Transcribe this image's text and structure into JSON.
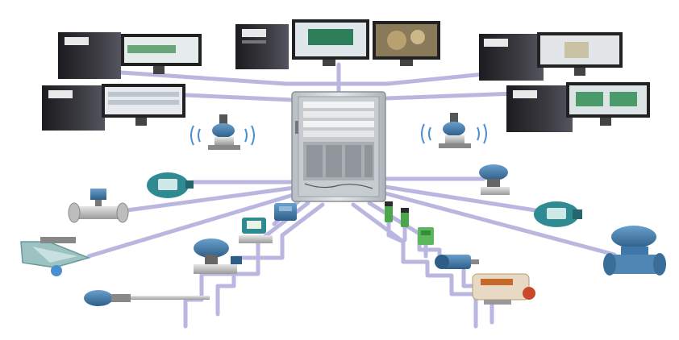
{
  "diagram": {
    "nodes": [
      {
        "id": "controller-cabinet",
        "kind": "cabinet"
      },
      {
        "id": "workstation-top-center",
        "kind": "workstation-dual"
      },
      {
        "id": "workstation-top-left",
        "kind": "workstation"
      },
      {
        "id": "workstation-mid-left",
        "kind": "workstation"
      },
      {
        "id": "workstation-top-right",
        "kind": "workstation"
      },
      {
        "id": "workstation-mid-right",
        "kind": "workstation"
      },
      {
        "id": "wireless-transmitter-left",
        "kind": "wireless-transmitter"
      },
      {
        "id": "wireless-transmitter-right",
        "kind": "wireless-transmitter"
      },
      {
        "id": "display-transmitter-left",
        "kind": "display-transmitter"
      },
      {
        "id": "flow-meter-left",
        "kind": "flow-meter"
      },
      {
        "id": "coriolis-meter",
        "kind": "coriolis-meter"
      },
      {
        "id": "temperature-probe",
        "kind": "temperature-probe"
      },
      {
        "id": "pressure-transmitter-center",
        "kind": "pressure-transmitter"
      },
      {
        "id": "digital-indicator",
        "kind": "digital-indicator"
      },
      {
        "id": "junction-box",
        "kind": "junction-box"
      },
      {
        "id": "pressure-transmitter-right",
        "kind": "pressure-transmitter"
      },
      {
        "id": "display-transmitter-right",
        "kind": "display-transmitter"
      },
      {
        "id": "magnetic-flow-meter",
        "kind": "magnetic-flow-meter"
      },
      {
        "id": "proximity-sensor-1",
        "kind": "proximity-sensor"
      },
      {
        "id": "proximity-sensor-2",
        "kind": "proximity-sensor"
      },
      {
        "id": "limit-switch",
        "kind": "limit-switch"
      },
      {
        "id": "motor",
        "kind": "motor"
      },
      {
        "id": "valve-positioner",
        "kind": "valve-positioner"
      }
    ],
    "colors": {
      "network_line": "#b9b7e0",
      "cabinet": "#d8dde2",
      "device_blue": "#3f78a8",
      "device_teal": "#2f8a92",
      "sensor_green": "#4aa64a",
      "tower": "#2a2a2e",
      "screen_green": "#2e7d5b"
    }
  }
}
